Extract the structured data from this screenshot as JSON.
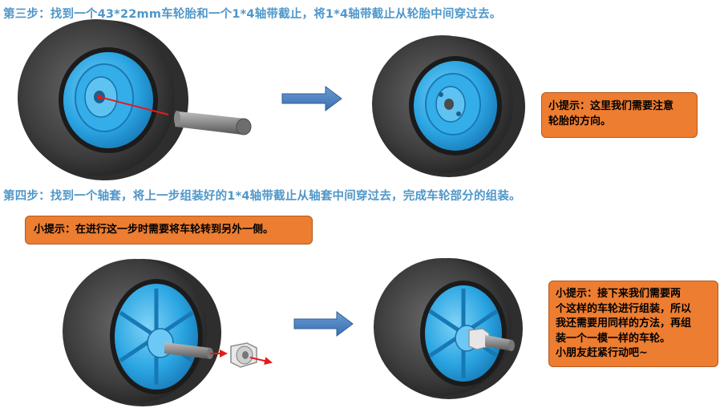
{
  "step3": {
    "title": "第三步：找到一个43*22mm车轮胎和一个1*4轴带截止，将1*4轴带截止从轮胎中间穿过去。",
    "tip_lines": [
      "小提示：这里我们需要注意",
      "轮胎的方向。"
    ]
  },
  "step4": {
    "title": "第四步：找到一个轴套，将上一步组装好的1*4轴带截止从轴套中间穿过去，完成车轮部分的组装。",
    "tip_top": "小提示：在进行这一步时需要将车轮转到另外一侧。",
    "tip_lines": [
      "小提示：接下来我们需要两",
      "个这样的车轮进行组装，所以",
      "我还需要用同样的方法，再组",
      "装一个一模一样的车轮。",
      "小朋友赶紧行动吧~"
    ]
  },
  "colors": {
    "title_blue": "#4f97c9",
    "tip_orange": "#ed7d31",
    "tire_dark": "#3b3b3b",
    "rim_blue": "#29a9e6",
    "arrow_blue": "#4a7ebb",
    "red_line": "#e31b1b"
  },
  "icons": [
    "wheel-icon",
    "axle-icon",
    "arrow-right-icon",
    "bushing-icon"
  ]
}
